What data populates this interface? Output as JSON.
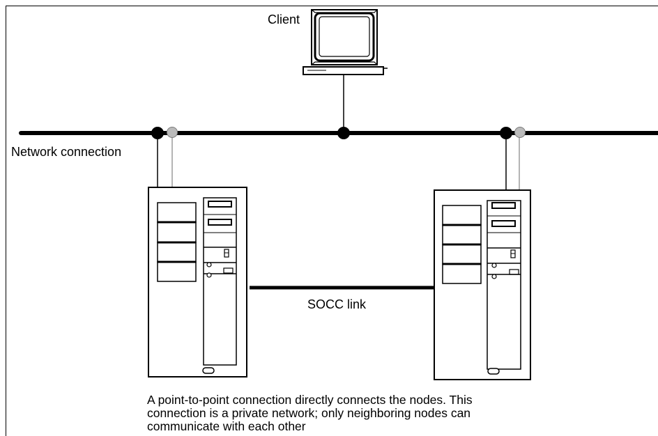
{
  "labels": {
    "client": "Client",
    "network_connection": "Network connection",
    "socc_link": "SOCC link",
    "caption": "A point-to-point connection directly connects the nodes. This\nconnection is a private network; only neighboring nodes can\ncommunicate with each other"
  },
  "colors": {
    "line": "#000000",
    "secondary_link": "#9a9a9a",
    "background": "#ffffff"
  },
  "icons": [
    "computer-monitor-icon",
    "server-tower-icon"
  ]
}
